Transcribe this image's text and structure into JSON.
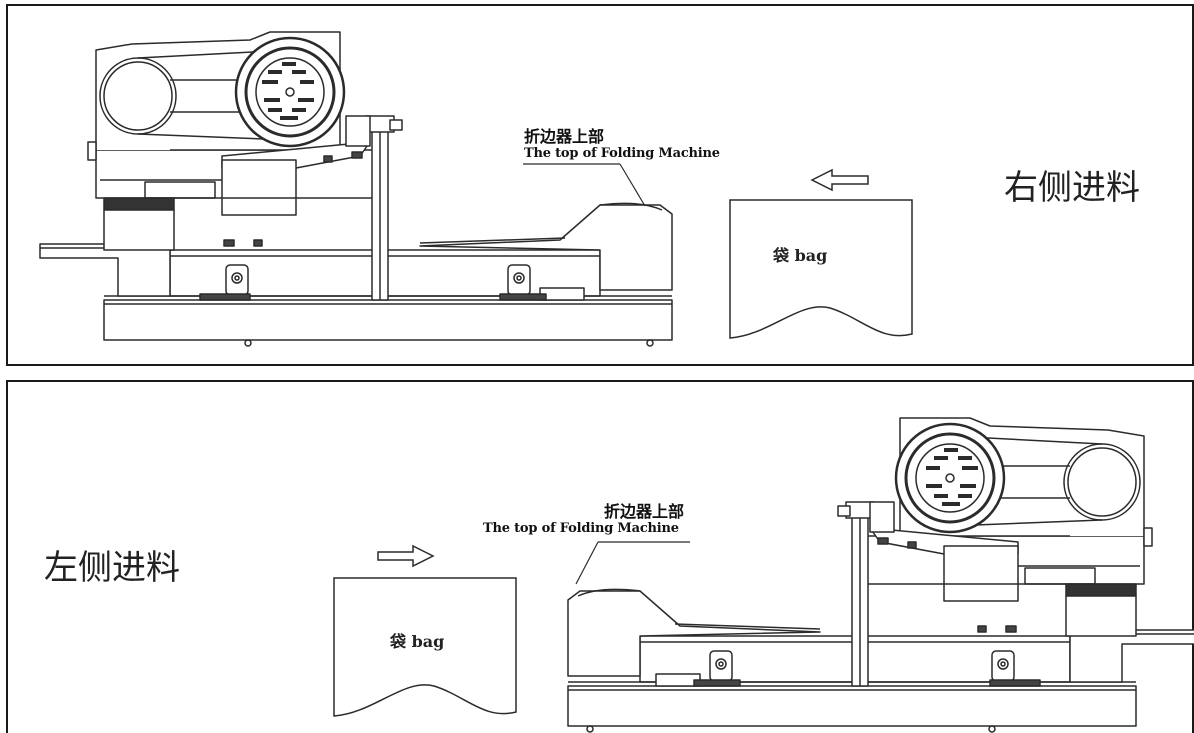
{
  "top": {
    "label_cn": "折边器上部",
    "label_en": "The top of Folding Machine",
    "bag_label": "袋 bag",
    "side_label": "右侧进料"
  },
  "bottom": {
    "label_cn": "折边器上部",
    "label_en": "The top of Folding Machine",
    "bag_label": "袋 bag",
    "side_label": "左侧进料"
  },
  "colors": {
    "line": "#2b2b2b",
    "frame": "#1a1a1a"
  },
  "icons": [
    "arrow-left-icon",
    "arrow-right-icon"
  ]
}
